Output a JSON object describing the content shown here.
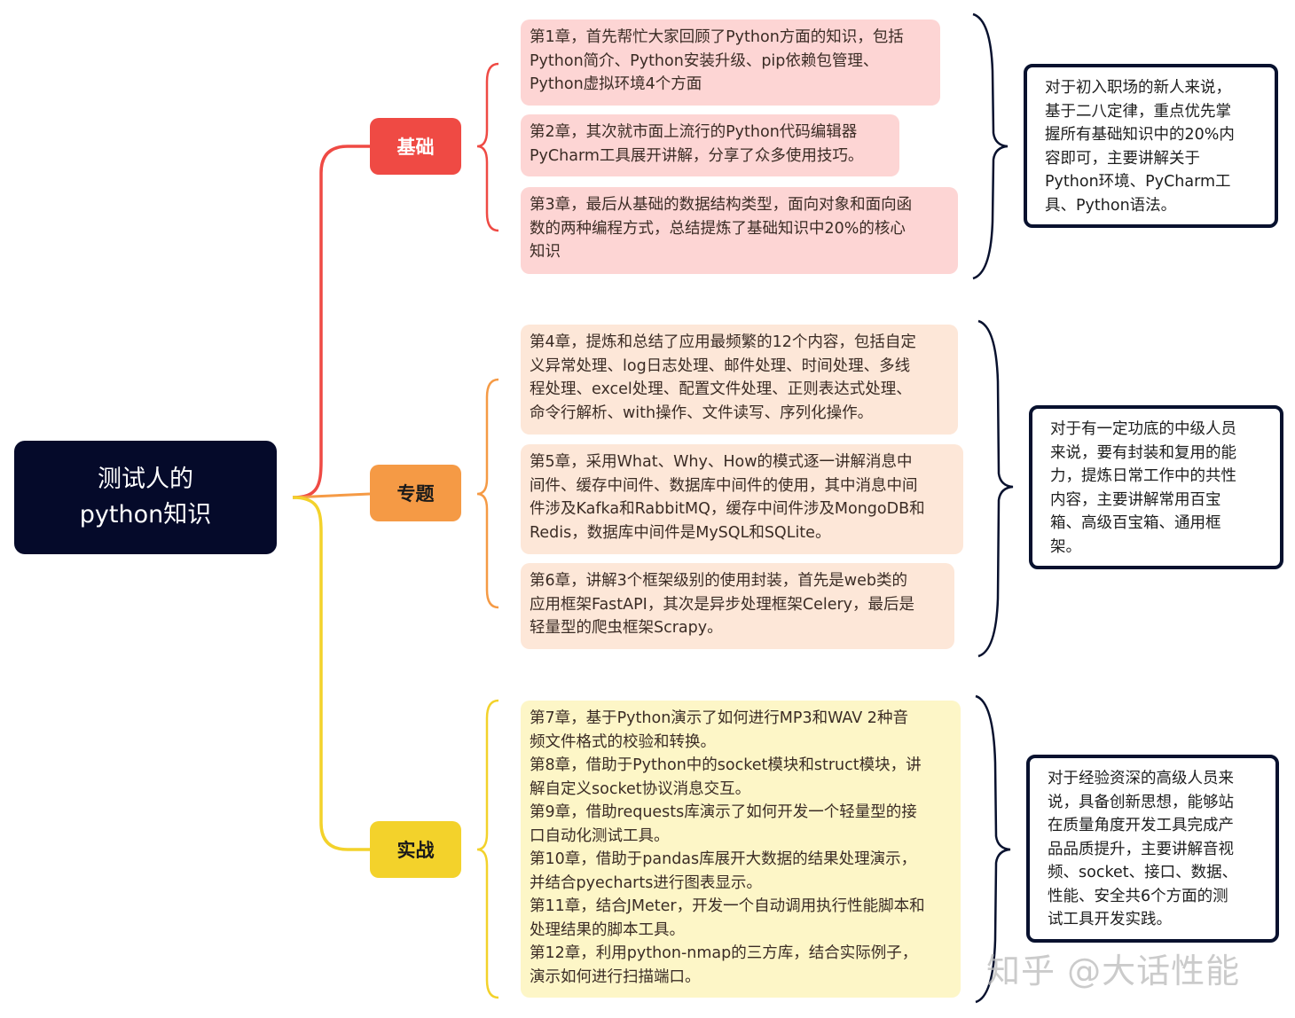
{
  "root": {
    "line1": "测试人的",
    "line2": "python知识"
  },
  "branches": [
    {
      "label": "基础",
      "topics": [
        "第1章，首先帮忙大家回顾了Python方面的知识，包括\nPython简介、Python安装升级、pip依赖包管理、\nPython虚拟环境4个方面",
        "第2章，其次就市面上流行的Python代码编辑器\nPyCharm工具展开讲解，分享了众多使用技巧。",
        "第3章，最后从基础的数据结构类型，面向对象和面向函\n数的两种编程方式，总结提炼了基础知识中20%的核心\n知识"
      ],
      "summary": "对于初入职场的新人来说，\n基于二八定律，重点优先掌\n握所有基础知识中的20%内\n容即可，主要讲解关于\nPython环境、PyCharm工\n具、Python语法。"
    },
    {
      "label": "专题",
      "topics": [
        "第4章，提炼和总结了应用最频繁的12个内容，包括自定\n义异常处理、log日志处理、邮件处理、时间处理、多线\n程处理、excel处理、配置文件处理、正则表达式处理、\n命令行解析、with操作、文件读写、序列化操作。",
        "第5章，采用What、Why、How的模式逐一讲解消息中\n间件、缓存中间件、数据库中间件的使用，其中消息中间\n件涉及Kafka和RabbitMQ，缓存中间件涉及MongoDB和\nRedis，数据库中间件是MySQL和SQLite。",
        "第6章，讲解3个框架级别的使用封装，首先是web类的\n应用框架FastAPI，其次是异步处理框架Celery，最后是\n轻量型的爬虫框架Scrapy。"
      ],
      "summary": "对于有一定功底的中级人员\n来说，要有封装和复用的能\n力，提炼日常工作中的共性\n内容，主要讲解常用百宝\n箱、高级百宝箱、通用框\n架。"
    },
    {
      "label": "实战",
      "topics": [
        "第7章，基于Python演示了如何进行MP3和WAV 2种音\n频文件格式的校验和转换。\n第8章，借助于Python中的socket模块和struct模块，讲\n解自定义socket协议消息交互。\n第9章，借助requests库演示了如何开发一个轻量型的接\n口自动化测试工具。\n第10章，借助于pandas库展开大数据的结果处理演示，\n并结合pyecharts进行图表显示。\n第11章，结合JMeter，开发一个自动调用执行性能脚本和\n处理结果的脚本工具。\n第12章，利用python-nmap的三方库，结合实际例子，\n演示如何进行扫描端口。"
      ],
      "summary": "对于经验资深的高级人员来\n说，具备创新思想，能够站\n在质量角度开发工具完成产\n品品质提升，主要讲解音视\n频、socket、接口、数据、\n性能、安全共6个方面的测\n试工具开发实践。"
    }
  ],
  "watermark": "知乎 @大话性能",
  "colors": {
    "root_bg": "#050a2a",
    "basic": "#ef4a44",
    "topic": "#f59a45",
    "practice": "#f3d22b",
    "basic_box": "#fdd5d4",
    "topic_box": "#fde7d8",
    "practice_box": "#fdf6c7",
    "brace": "#08112e"
  }
}
